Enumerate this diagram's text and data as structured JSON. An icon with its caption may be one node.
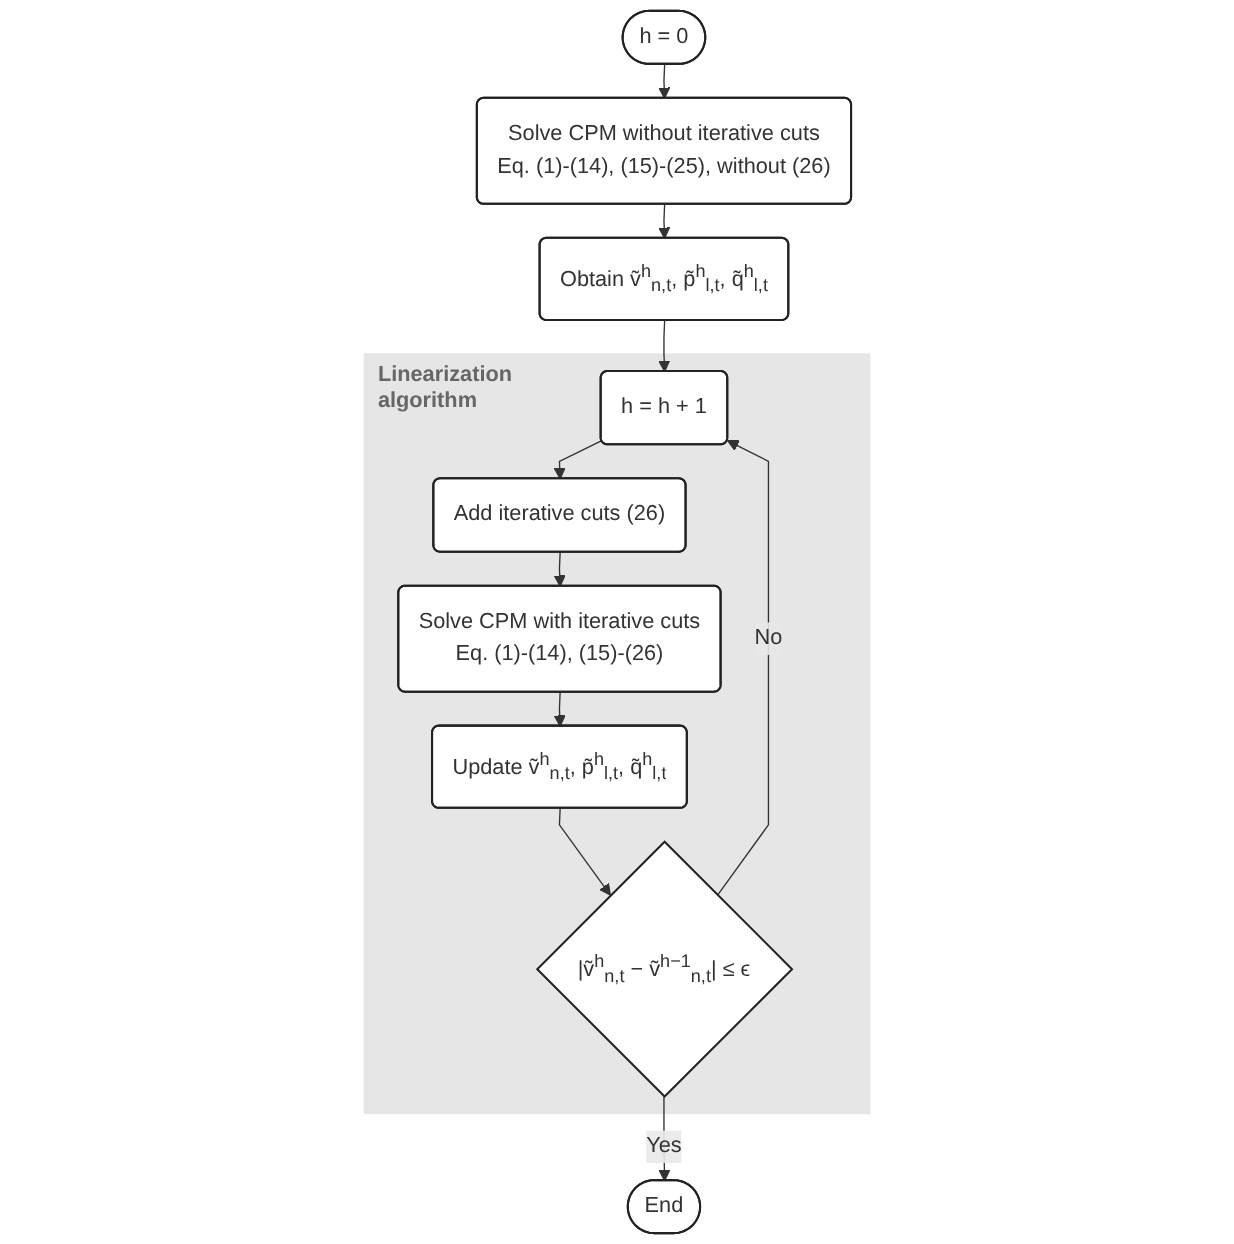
{
  "diagram": {
    "nodes": [
      {
        "text": [
          "h = 0"
        ]
      },
      {
        "text": [
          "Solve CPM without iterative cuts",
          "Eq. (1)-(14), (15)-(25), without (26)"
        ]
      },
      {
        "text": [
          "Obtain ṽ$^{h}$$_{n,t}$, p̃$^{h}$$_{l,t}$, q̃$^{h}$$_{l,t}$"
        ]
      },
      {
        "text": [
          "Linearization algorithm"
        ]
      },
      {
        "text": [
          "h = h + 1"
        ],
        "in": 3
      },
      {
        "text": [
          "Add iterative cuts (26)"
        ],
        "in": 3
      },
      {
        "text": [
          "Solve CPM with iterative cuts",
          "Eq. (1)-(14), (15)-(26)"
        ],
        "in": 3
      },
      {
        "text": [
          "Update ṽ$^{h}$$_{n,t}$, p̃$^{h}$$_{l,t}$, q̃$^{h}$$_{l,t}$"
        ],
        "in": 3
      },
      {
        "text": [
          "|ṽ$^{h}$$_{n,t}$ − ṽ$^{h−1}$$_{n,t}$| ≤ ϵ"
        ],
        "in": 3
      },
      {
        "text": [
          "End"
        ]
      }
    ],
    "edges": [
      {
        "from": 0,
        "to": 1,
        "arrow": "to"
      },
      {
        "from": 1,
        "to": 2,
        "arrow": "to"
      },
      {
        "from": 2,
        "to": 4,
        "arrow": "to"
      },
      {
        "from": 4,
        "to": 5,
        "arrow": "to"
      },
      {
        "from": 5,
        "to": 6,
        "arrow": "to"
      },
      {
        "from": 6,
        "to": 7,
        "arrow": "to"
      },
      {
        "from": 7,
        "to": 8,
        "arrow": "to"
      },
      {
        "from": 8,
        "to": 4,
        "arrow": "to",
        "label": "No"
      },
      {
        "from": 8,
        "to": 9,
        "arrow": "to",
        "label": "Yes"
      }
    ]
  }
}
